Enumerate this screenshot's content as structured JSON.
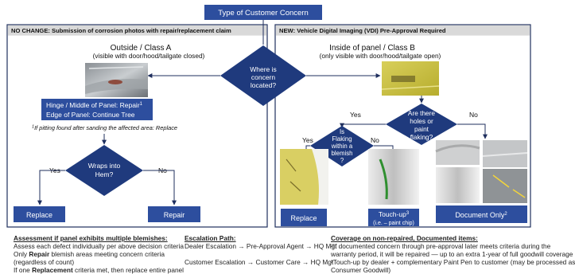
{
  "top_box": "Type of Customer Concern",
  "left_panel": {
    "header": "NO CHANGE: Submission of corrosion photos with repair/replacement claim",
    "title": "Outside / Class A",
    "subtitle": "(visible with door/hood/tailgate closed)",
    "hinge_line1": "Hinge / Middle of Panel: Repair",
    "hinge_sup": "1",
    "hinge_line2": "Edge of Panel: Continue Tree",
    "footnote_sup": "1",
    "footnote": "If pitting found after sanding the affected area: Replace",
    "decision": [
      "Wraps into",
      "Hem?"
    ],
    "yes": "Yes",
    "no": "No",
    "replace": "Replace",
    "repair": "Repair"
  },
  "center_decision": [
    "Where is",
    "concern",
    "located?"
  ],
  "right_panel": {
    "header": "NEW:  Vehicle Digital Imaging (VDI) Pre-Approval Required",
    "title": "Inside of panel / Class B",
    "subtitle": "(only visible with door/hood/tailgate open)",
    "decision_holes": [
      "Are there",
      "holes or",
      "paint",
      "flaking?"
    ],
    "yes": "Yes",
    "no": "No",
    "decision_flaking": [
      "Is",
      "Flaking",
      "within a",
      "blemish",
      "?"
    ],
    "yes2": "Yes",
    "no2": "No",
    "replace": "Replace",
    "touchup": "Touch-up",
    "touchup_sup": "3",
    "touchup_sub": "(i.e. – paint chip)",
    "document_only": "Document Only",
    "document_sup": "2"
  },
  "bottom": {
    "col1": {
      "title": "Assessment if panel exhibits multiple blemishes:",
      "lines": [
        "Assess each defect individually per above decision criteria",
        "(regardless of count)"
      ],
      "line2_pre": "Only ",
      "line2_bold": "Repair",
      "line2_post": " blemish areas meeting concern criteria",
      "line4_pre": "If one ",
      "line4_bold": "Replacement",
      "line4_post": " criteria met, then replace entire panel"
    },
    "col2": {
      "title": "Escalation Path:",
      "line1": "Dealer Escalation → Pre-Approval Agent → HQ Mgt",
      "line2": "Customer Escalation → Customer Care → HQ Mgt"
    },
    "col3": {
      "title": "Coverage on non-repaired, Documented items:",
      "lines": [
        "²If documented concern through pre-approval later meets criteria during the",
        "warranty period, it will be repaired — up to an extra 1-year of full goodwill coverage",
        "³Touch-up by dealer + complementary Paint Pen to customer (may be processed as",
        "Consumer Goodwill)"
      ]
    }
  },
  "colors": {
    "navy": "#1f3a7d",
    "box_blue": "#2d4e9e",
    "header_gray": "#d9d9d9",
    "border": "#1f2f5e"
  }
}
